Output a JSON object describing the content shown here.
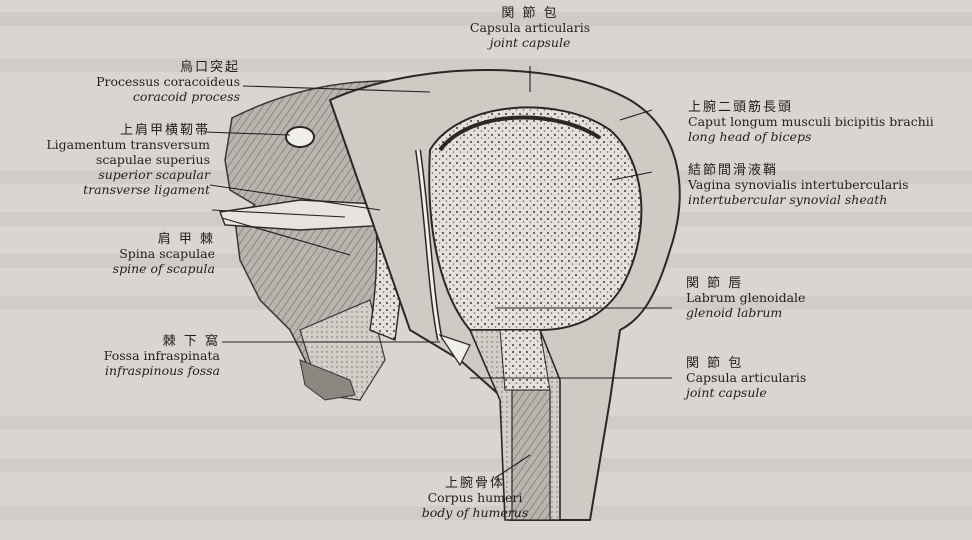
{
  "labels": {
    "capsule_top": {
      "zh": "関 節 包",
      "la": "Capsula articularis",
      "en": "joint capsule"
    },
    "coracoid": {
      "zh": "烏口突起",
      "la": "Processus coracoideus",
      "en": "coracoid process"
    },
    "transverse_ligament": {
      "zh": "上肩甲横靭帯",
      "la1": "Ligamentum transversum",
      "la2": "scapulae superius",
      "en1": "superior scapular",
      "en2": "transverse ligament"
    },
    "spine": {
      "zh": "肩 甲 棘",
      "la": "Spina scapulae",
      "en": "spine of scapula"
    },
    "infraspinous": {
      "zh": "棘 下 窩",
      "la": "Fossa infraspinata",
      "en": "infraspinous fossa"
    },
    "biceps": {
      "zh": "上腕二頭筋長頭",
      "la": "Caput longum musculi bicipitis brachii",
      "en": "long head of biceps"
    },
    "synovial": {
      "zh": "結節間滑液鞘",
      "la": "Vagina synovialis intertubercularis",
      "en": "intertubercular synovial sheath"
    },
    "labrum": {
      "zh": "関 節 唇",
      "la": "Labrum glenoidale",
      "en": "glenoid labrum"
    },
    "capsule_bottom": {
      "zh": "関 節 包",
      "la": "Capsula articularis",
      "en": "joint capsule"
    },
    "humerus": {
      "zh": "上腕骨体",
      "la": "Corpus humeri",
      "en": "body of humerus"
    }
  },
  "colors": {
    "background": "#d9d6d2",
    "ink": "#1f1f1f",
    "bone": "#cfcac3",
    "dark": "#8c8780",
    "cartilage": "#e8e5e0"
  }
}
